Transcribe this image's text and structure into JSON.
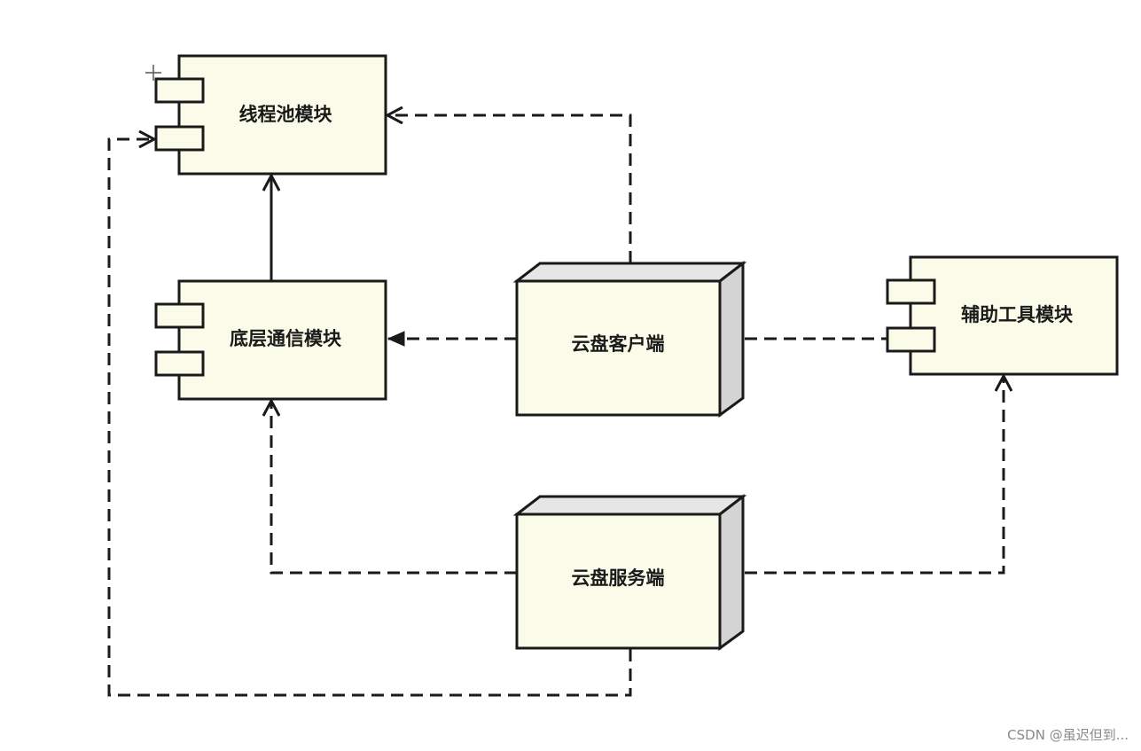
{
  "components": {
    "thread_pool": "线程池模块",
    "comm": "底层通信模块",
    "utility": "辅助工具模块"
  },
  "nodes": {
    "client": "云盘客户端",
    "server": "云盘服务端"
  },
  "watermark": "CSDN @虽迟但到..."
}
